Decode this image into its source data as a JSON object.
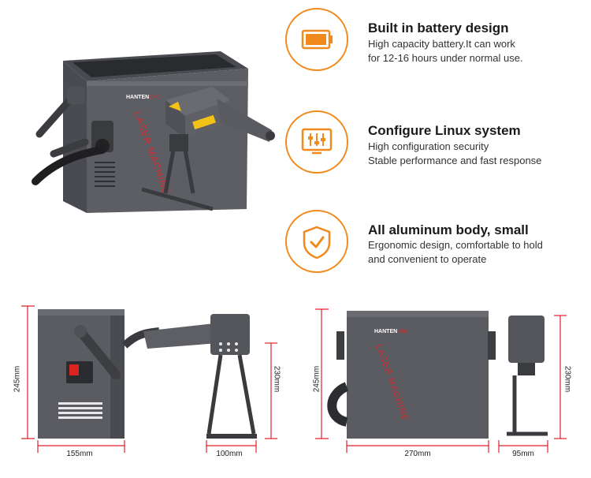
{
  "features": [
    {
      "icon": "battery-icon",
      "title": "Built in battery design",
      "lines": [
        "High capacity battery.It can work",
        "for 12-16 hours under normal use."
      ]
    },
    {
      "icon": "linux-config-monitor-icon",
      "title": "Configure Linux system",
      "lines": [
        "High configuration security",
        "Stable performance and fast response"
      ]
    },
    {
      "icon": "shield-check-icon",
      "title": "All aluminum body, small",
      "lines": [
        "Ergonomic design, comfortable to hold",
        "and convenient to operate"
      ]
    }
  ],
  "product": {
    "brand": "HANTEN",
    "brand_suffix": "CNC",
    "side_text": "LASER MACHINE"
  },
  "dimensions": {
    "left_height": "245mm",
    "left_width": "155mm",
    "head_height": "230mm",
    "head_width": "100mm",
    "right_height": "245mm",
    "right_width": "270mm",
    "right_head_height": "230mm",
    "right_head_width": "95mm"
  },
  "colors": {
    "accent": "#f08a1c",
    "dimension_line": "#e0202a",
    "machine_body": "#5a5b60",
    "machine_dark": "#3c3d41"
  }
}
